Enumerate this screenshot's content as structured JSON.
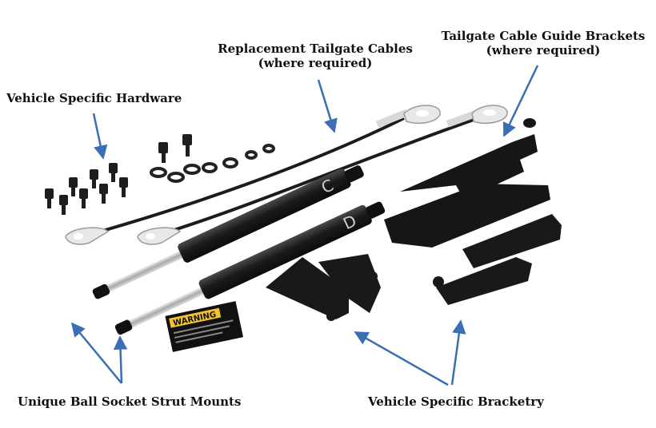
{
  "labels": {
    "hardware": "Vehicle Specific Hardware",
    "cables_line1": "Replacement Tailgate Cables",
    "cables_line2": "(where required)",
    "guide_line1": "Tailgate Cable Guide Brackets",
    "guide_line2": "(where required)",
    "mounts": "Unique Ball Socket Strut Mounts",
    "bracketry": "Vehicle Specific Bracketry"
  },
  "strut_letters": [
    "C",
    "D"
  ],
  "warning_label": "WARNING",
  "colors": {
    "arrow": "#3b6fb5",
    "steel": "#1c1c1e",
    "cable_end": "#e6e6e6",
    "warning_yellow": "#f2c230"
  }
}
